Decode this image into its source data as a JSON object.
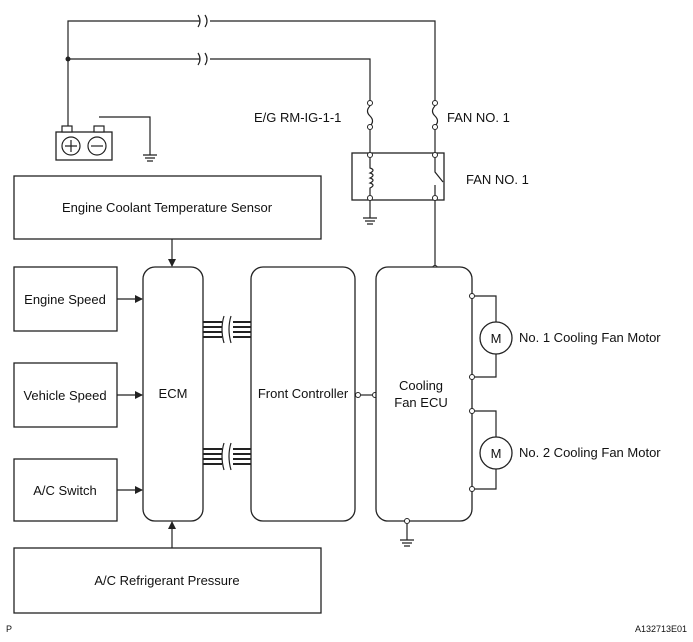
{
  "labels": {
    "fuse_left": "E/G RM-IG-1-1",
    "fuse_right": "FAN NO. 1",
    "relay": "FAN NO. 1",
    "sensor": "Engine Coolant Temperature Sensor",
    "engine_speed": "Engine Speed",
    "vehicle_speed": "Vehicle Speed",
    "ac_switch": "A/C Switch",
    "ecm": "ECM",
    "front_controller": "Front Controller",
    "cooling_fan_ecu_line1": "Cooling",
    "cooling_fan_ecu_line2": "Fan ECU",
    "motor_symbol_1": "M",
    "motor_symbol_2": "M",
    "motor1": "No. 1 Cooling Fan Motor",
    "motor2": "No. 2 Cooling Fan Motor",
    "ac_pressure": "A/C Refrigerant Pressure",
    "corner_left": "P",
    "corner_right": "A132713E01"
  },
  "colors": {
    "line": "#222222",
    "background": "#ffffff"
  }
}
